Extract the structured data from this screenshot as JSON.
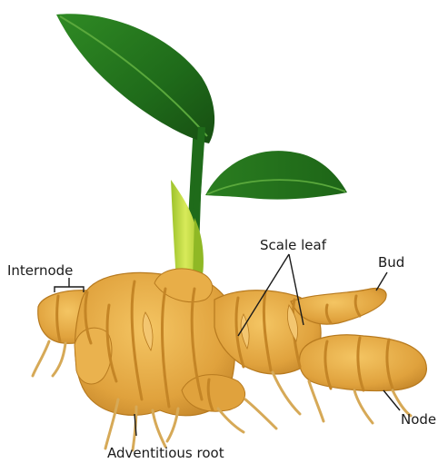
{
  "diagram": {
    "labels": {
      "internode": "Internode",
      "scale_leaf": "Scale leaf",
      "bud": "Bud",
      "node": "Node",
      "adventitious_root": "Adventitious root"
    },
    "colors": {
      "leaf_dark": "#1f6b1a",
      "leaf_light": "#4fa63a",
      "shoot": "#c9de3a",
      "rhizome": "#e2a640",
      "rhizome_dark": "#b77a1f",
      "ring": "#c98a2a",
      "label_text": "#1a1a1a"
    }
  }
}
